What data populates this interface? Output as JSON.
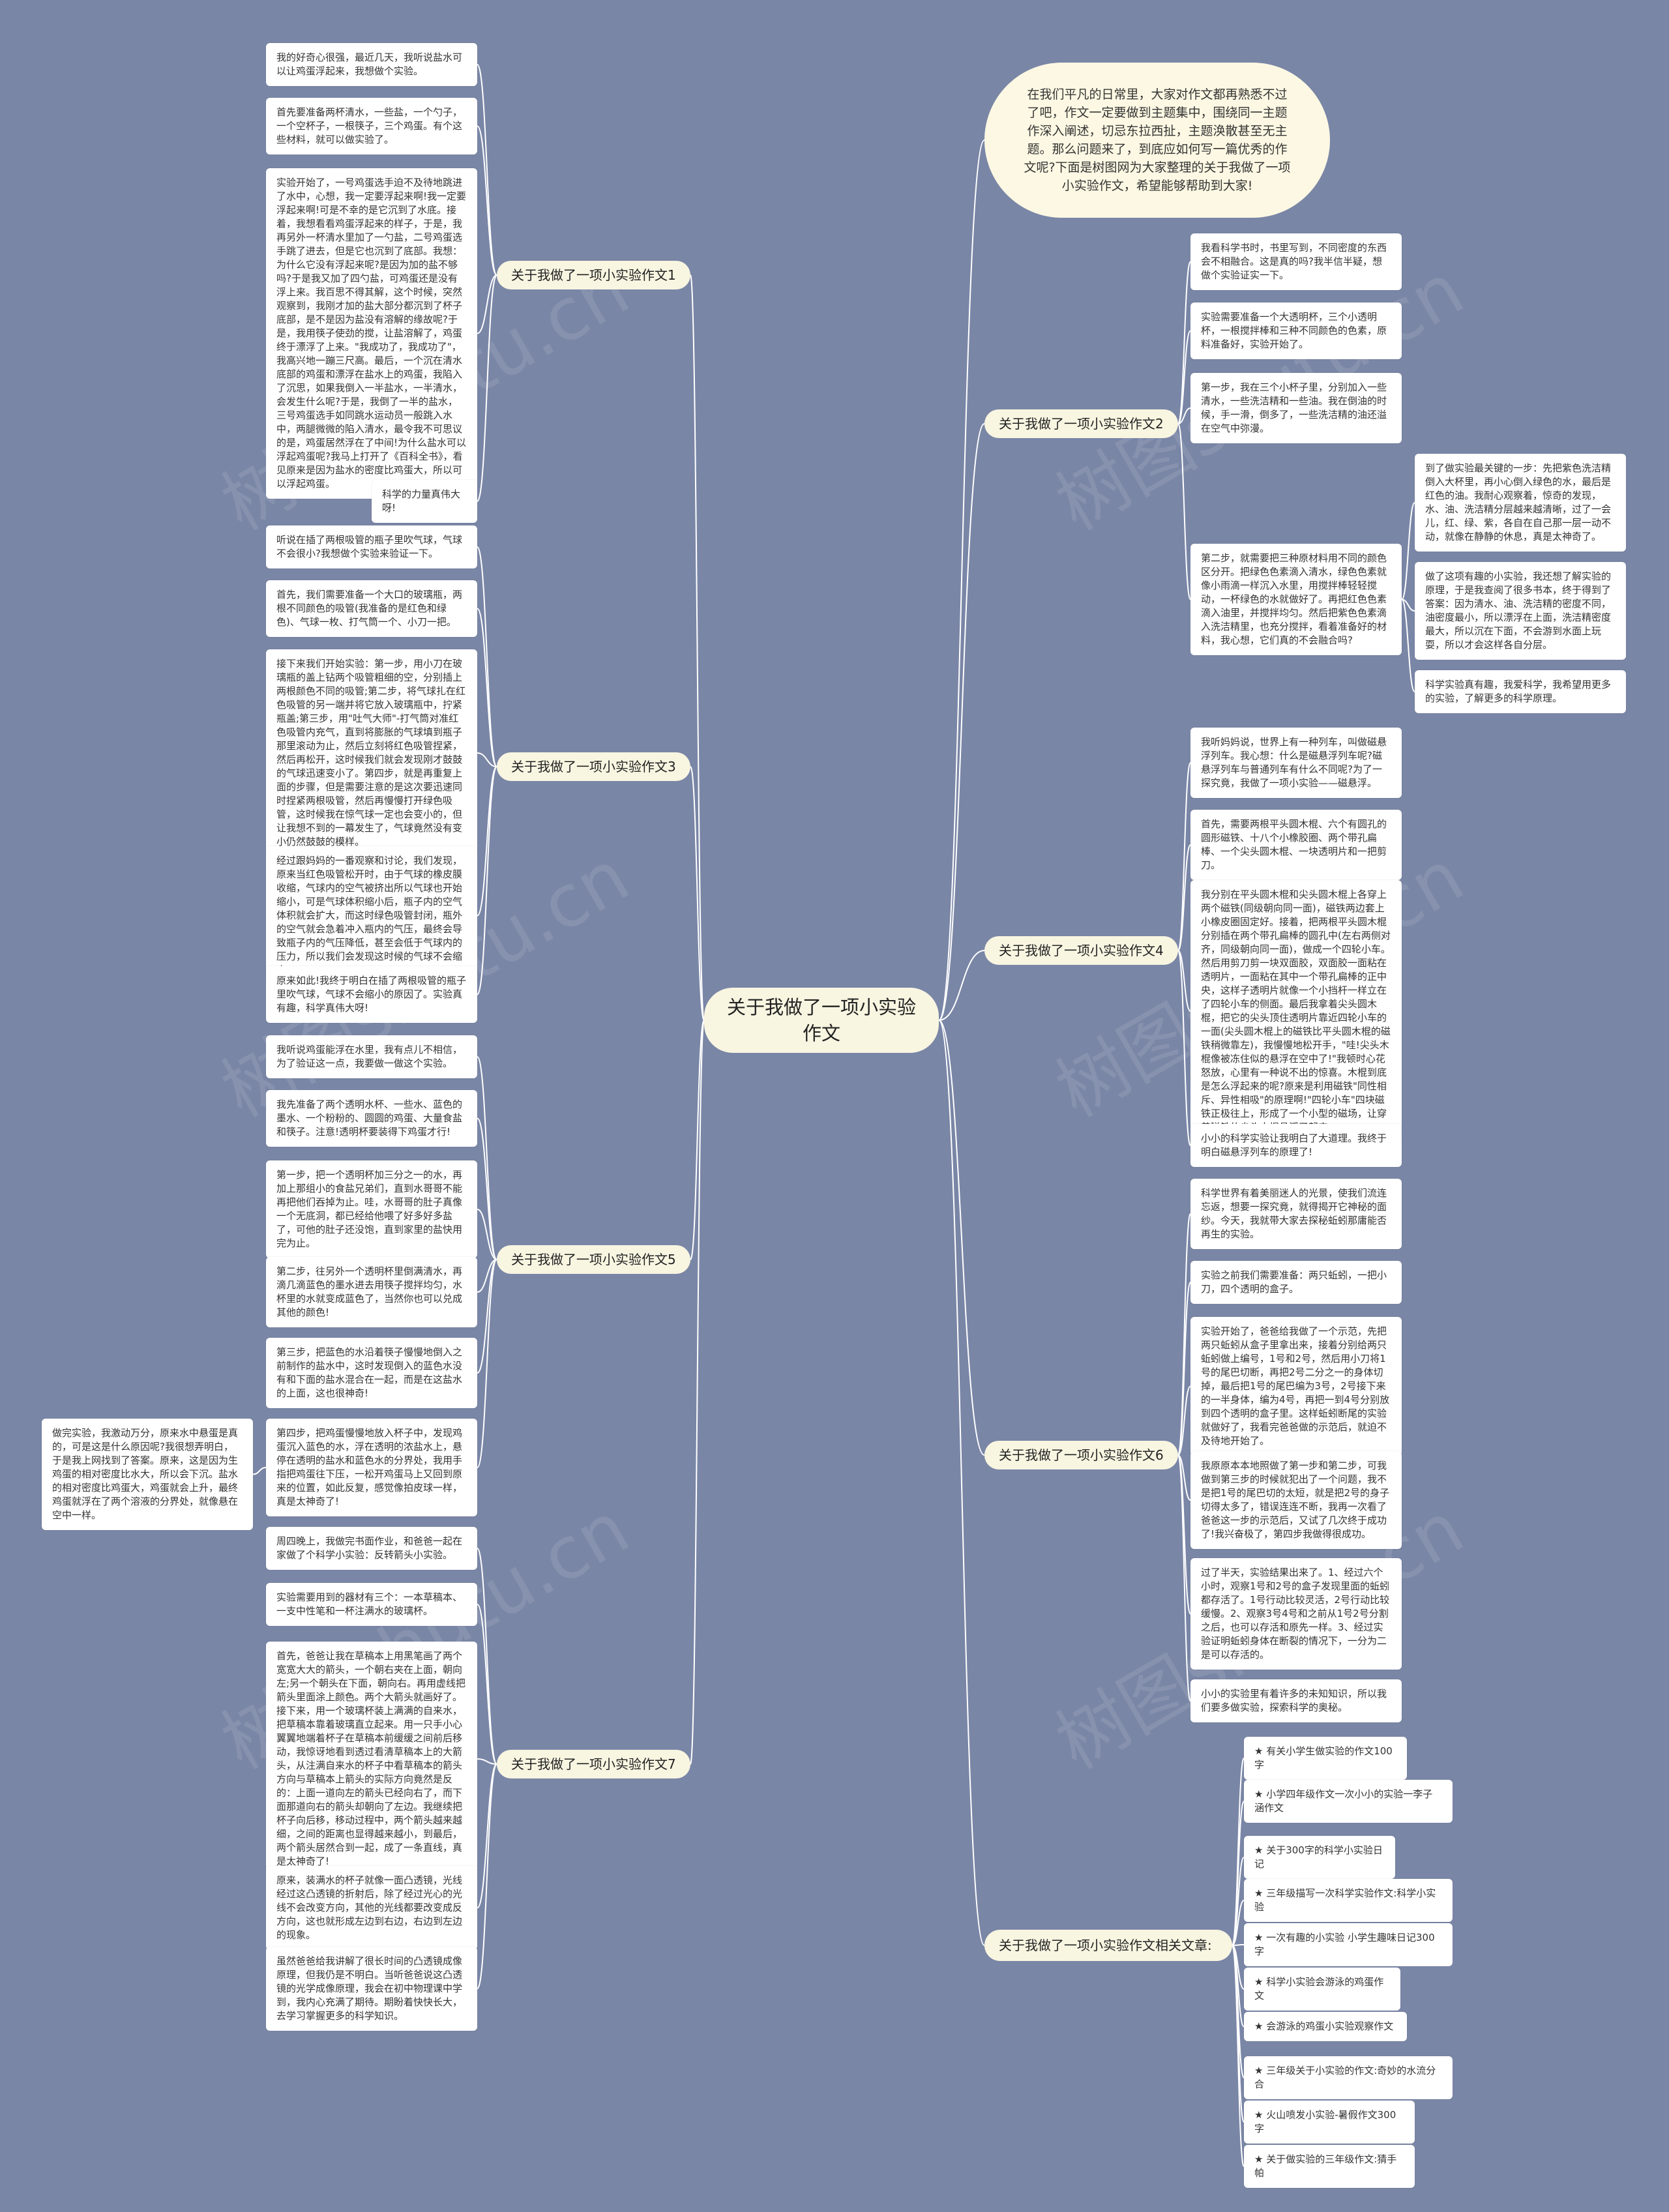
{
  "root": "关于我做了一项小实验作文",
  "intro": "在我们平凡的日常里，大家对作文都再熟悉不过了吧，作文一定要做到主题集中，围绕同一主题作深入阐述，切忌东拉西扯，主题涣散甚至无主题。那么问题来了，到底应如何写一篇优秀的作文呢?下面是树图网为大家整理的关于我做了一项小实验作文，希望能够帮助到大家!",
  "branches": [
    {
      "title": "关于我做了一项小实验作文1",
      "leaves": [
        "我的好奇心很强，最近几天，我听说盐水可以让鸡蛋浮起来，我想做个实验。",
        "首先要准备两杯清水，一些盐，一个勺子，一个空杯子，一根筷子，三个鸡蛋。有个这些材料，就可以做实验了。",
        "实验开始了，一号鸡蛋选手迫不及待地跳进了水中，心想，我一定要浮起来啊!我一定要浮起来啊!可是不幸的是它沉到了水底。接着，我想看看鸡蛋浮起来的样子，于是，我再另外一杯清水里加了一勺盐，二号鸡蛋选手跳了进去，但是它也沉到了底部。我想：为什么它没有浮起来呢?是因为加的盐不够吗?于是我又加了四勺盐，可鸡蛋还是没有浮上来。我百思不得其解，这个时候，突然观察到，我刚才加的盐大部分都沉到了杯子底部，是不是因为盐没有溶解的缘故呢?于是，我用筷子使劲的搅，让盐溶解了，鸡蛋终于漂浮了上来。\"我成功了，我成功了\"，我高兴地一蹦三尺高。最后，一个沉在清水底部的鸡蛋和漂浮在盐水上的鸡蛋，我陷入了沉思，如果我倒入一半盐水，一半清水，会发生什么呢?于是，我倒了一半的盐水，三号鸡蛋选手如同跳水运动员一般跳入水中，两腿微微的陷入清水，最令我不可思议的是，鸡蛋居然浮在了中间!为什么盐水可以浮起鸡蛋呢?我马上打开了《百科全书》，看见原来是因为盐水的密度比鸡蛋大，所以可以浮起鸡蛋。",
        "科学的力量真伟大呀!"
      ]
    },
    {
      "title": "关于我做了一项小实验作文2",
      "leaves": [
        "我看科学书时，书里写到，不同密度的东西会不相融合。这是真的吗?我半信半疑，想做个实验证实一下。",
        "实验需要准备一个大透明杯，三个小透明杯，一根搅拌棒和三种不同颜色的色素，原料准备好，实验开始了。",
        "第一步，我在三个小杯子里，分别加入一些清水，一些洗洁精和一些油。我在倒油的时候，手一滑，倒多了，一些洗洁精的油还溢在空气中弥漫。",
        "第二步，就需要把三种原材料用不同的颜色区分开。把绿色色素滴入清水，绿色色素就像小雨滴一样沉入水里，用搅拌棒轻轻搅动，一杯绿色的水就做好了。再把红色色素滴入油里，并搅拌均匀。然后把紫色色素滴入洗洁精里，也充分搅拌，看着准备好的材料，我心想，它们真的不会融合吗?"
      ],
      "subleaves": [
        "到了做实验最关键的一步：先把紫色洗洁精倒入大杯里，再小心倒入绿色的水，最后是红色的油。我耐心观察着，惊奇的发现，水、油、洗洁精分层越来越清晰，过了一会儿，红、绿、紫，各自在自己那一层一动不动，就像在静静的休息，真是太神奇了。",
        "做了这项有趣的小实验，我还想了解实验的原理，于是我查阅了很多书本，终于得到了答案：因为清水、油、洗洁精的密度不同，油密度最小，所以漂浮在上面，洗洁精密度最大，所以沉在下面，不会游到水面上玩耍，所以才会这样各自分层。",
        "科学实验真有趣，我爱科学，我希望用更多的实验，了解更多的科学原理。"
      ]
    },
    {
      "title": "关于我做了一项小实验作文3",
      "leaves": [
        "听说在插了两根吸管的瓶子里吹气球，气球不会很小?我想做个实验来验证一下。",
        "首先，我们需要准备一个大口的玻璃瓶，两根不同颜色的吸管(我准备的是红色和绿色)、气球一枚、打气筒一个、小刀一把。",
        "接下来我们开始实验：第一步，用小刀在玻璃瓶的盖上钻两个吸管粗细的空，分别插上两根颜色不同的吸管;第二步，将气球扎在红色吸管的另一端并将它放入玻璃瓶中，拧紧瓶盖;第三步，用\"吐气大师\"-打气筒对准红色吸管内充气，直到将膨胀的气球填到瓶子那里滚动为止，然后立刻将红色吸管捏紧，然后再松开，这时候我们就会发现刚才鼓鼓的气球迅速变小了。第四步，就是再重复上面的步骤，但是需要注意的是这次要迅速同时捏紧两根吸管，然后再慢慢打开绿色吸管，这时候我在惊气球一定也会变小的，但让我想不到的一幕发生了，气球竟然没有变小仍然鼓鼓的模样。",
        "经过跟妈妈的一番观察和讨论，我们发现，原来当红色吸管松开时，由于气球的橡皮膜收缩，气球内的空气被挤出所以气球也开始缩小，可是气球体积缩小后，瓶子内的空气体积就会扩大，而这时绿色吸管封闭，瓶外的空气就会急着冲入瓶内的气压，最终会导致瓶子内的气压降低，甚至会低于气球内的压力，所以我们会发现这时候的气球不会缩小。",
        "原来如此!我终于明白在插了两根吸管的瓶子里吹气球，气球不会缩小的原因了。实验真有趣，科学真伟大呀!"
      ]
    },
    {
      "title": "关于我做了一项小实验作文4",
      "leaves": [
        "我听妈妈说，世界上有一种列车，叫做磁悬浮列车。我心想：什么是磁悬浮列车呢?磁悬浮列车与普通列车有什么不同呢?为了一探究竟，我做了一项小实验——磁悬浮。",
        "首先，需要两根平头圆木棍、六个有圆孔的圆形磁铁、十八个小橡胶圈、两个带孔扁棒、一个尖头圆木棍、一块透明片和一把剪刀。",
        "我分别在平头圆木棍和尖头圆木棍上各穿上两个磁铁(同级朝向同一面)，磁铁两边套上小橡皮圈固定好。接着，把两根平头圆木棍分别插在两个带孔扁棒的圆孔中(左右两侧对齐，同级朝向同一面)，做成一个四轮小车。然后用剪刀剪一块双面胶，双面胶一面粘在透明片，一面粘在其中一个带孔扁棒的正中央，这样子透明片就像一个小挡杆一样立在了四轮小车的侧面。最后我拿着尖头圆木棍，把它的尖头顶住透明片靠近四轮小车的一面(尖头圆木棍上的磁铁比平头圆木棍的磁铁稍微靠左)，我慢慢地松开手，\"哇!尖头木棍像被冻住似的悬浮在空中了!\"我顿时心花怒放，心里有一种说不出的惊喜。木棍到底是怎么浮起来的呢?原来是利用磁铁\"同性相斥、异性相吸\"的原理啊!\"四轮小车\"四块磁铁正极往上，形成了一个小型的磁场，让穿着磁铁的尖头木棍悬浮了起来。",
        "小小的科学实验让我明白了大道理。我终于明白磁悬浮列车的原理了!"
      ]
    },
    {
      "title": "关于我做了一项小实验作文5",
      "leaves": [
        "我听说鸡蛋能浮在水里，我有点儿不相信，为了验证这一点，我要做一做这个实验。",
        "我先准备了两个透明水杯、一些水、蓝色的墨水、一个粉粉的、圆圆的鸡蛋、大量食盐和筷子。注意!透明杯要装得下鸡蛋才行!",
        "第一步，把一个透明杯加三分之一的水，再加上那组小的食盐兄弟们，直到水哥哥不能再把他们吞掉为止。哇，水哥哥的肚子真像一个无底洞，都已经给他喂了好多好多盐了，可他的肚子还没饱，直到家里的盐快用完为止。",
        "第二步，往另外一个透明杯里倒满清水，再滴几滴蓝色的墨水进去用筷子搅拌均匀，水杯里的水就变成蓝色了，当然你也可以兑成其他的颜色!",
        "第三步，把蓝色的水沿着筷子慢慢地倒入之前制作的盐水中，这时发现倒入的蓝色水没有和下面的盐水混合在一起，而是在这盐水的上面，这也很神奇!",
        "第四步，把鸡蛋慢慢地放入杯子中，发现鸡蛋沉入蓝色的水，浮在透明的浓盐水上，悬停在透明的盐水和蓝色水的分界处，我用手指把鸡蛋往下压，一松开鸡蛋马上又回到原来的位置，如此反复，感觉像拍皮球一样，真是太神奇了!"
      ],
      "subleaves": [
        "做完实验，我激动万分，原来水中悬蛋是真的，可是这是什么原因呢?我很想弄明白，于是我上网找到了答案。原来，这是因为生鸡蛋的相对密度比水大，所以会下沉。盐水的相对密度比鸡蛋大，鸡蛋就会上升，最终鸡蛋就浮在了两个溶液的分界处，就像悬在空中一样。"
      ]
    },
    {
      "title": "关于我做了一项小实验作文6",
      "leaves": [
        "科学世界有着美丽迷人的光景，使我们流连忘返，想要一探究竟，就得揭开它神秘的面纱。今天，我就带大家去探秘蚯蚓那庸能否再生的实验。",
        "实验之前我们需要准备：两只蚯蚓，一把小刀，四个透明的盒子。",
        "实验开始了，爸爸给我做了一个示范，先把两只蚯蚓从盒子里拿出来，接着分别给两只蚯蚓做上编号，1号和2号，然后用小刀将1号的尾巴切断，再把2号二分之一的身体切掉，最后把1号的尾巴编为3号，2号接下来的一半身体，编为4号，再把一到4号分别放到四个透明的盒子里。这样蚯蚓断尾的实验就做好了，我看完爸爸做的示范后，就迫不及待地开始了。",
        "我原原本本地照做了第一步和第二步，可我做到第三步的时候就犯出了一个问题，我不是把1号的尾巴切的太短，就是把2号的身子切得太多了，错误连连不断，我再一次看了爸爸这一步的示范后，又试了几次终于成功了!我兴奋极了，第四步我做得很成功。",
        "过了半天，实验结果出来了。1、经过六个小时，观察1号和2号的盒子发现里面的蚯蚓都存活了。1号行动比较灵活，2号行动比较缓慢。2、观察3号4号和之前从1号2号分割之后，也可以存活和原先一样。3、经过实验证明蚯蚓身体在断裂的情况下，一分为二是可以存活的。",
        "小小的实验里有着许多的未知知识，所以我们要多做实验，探索科学的奥秘。"
      ]
    },
    {
      "title": "关于我做了一项小实验作文7",
      "leaves": [
        "周四晚上，我做完书面作业，和爸爸一起在家做了个科学小实验：反转箭头小实验。",
        "实验需要用到的器材有三个：一本草稿本、一支中性笔和一杯注满水的玻璃杯。",
        "首先，爸爸让我在草稿本上用黑笔画了两个宽宽大大的箭头，一个朝右夹在上面，朝向左;另一个朝头在下面，朝向右。再用虚线把箭头里面涂上颜色。两个大箭头就画好了。接下来，用一个玻璃杯装上满满的自来水，把草稿本靠着玻璃直立起来。用一只手小心翼翼地端着杯子在草稿本前缓缓之间前后移动，我惊讶地看到透过看清草稿本上的大箭头，从注满自来水的杯子中看草稿本的箭头方向与草稿本上箭头的实际方向竟然是反的：上面一道向左的箭头已经向右了，而下面那道向右的箭头却朝向了左边。我继续把杯子向后移，移动过程中，两个箭头越来越细，之间的距离也显得越来越小，到最后，两个箭头居然合到一起，成了一条直线，真是太神奇了!",
        "原来，装满水的杯子就像一面凸透镜，光线经过这凸透镜的折射后，除了经过光心的光线不会改变方向，其他的光线都要改变成反方向，这也就形成左边到右边，右边到左边的现象。",
        "虽然爸爸给我讲解了很长时间的凸透镜成像原理，但我仍是不明白。当听爸爸说这凸透镜的光学成像原理，我会在初中物理课中学到，我内心充满了期待。期盼着快快长大，去学习掌握更多的科学知识。"
      ]
    },
    {
      "title": "关于我做了一项小实验作文相关文章:",
      "links": [
        "★ 有关小学生做实验的作文100字",
        "★ 小学四年级作文一次小小的实验一李子涵作文",
        "★ 关于300字的科学小实验日记",
        "★ 三年级描写一次科学实验作文:科学小实验",
        "★ 一次有趣的小实验 小学生趣味日记300字",
        "★ 科学小实验会游泳的鸡蛋作文",
        "★ 会游泳的鸡蛋小实验观察作文",
        "★ 三年级关于小实验的作文:奇妙的水流分合",
        "★ 火山喷发小实验-暑假作文300字",
        "★ 关于做实验的三年级作文:猜手帕"
      ]
    }
  ],
  "colors": {
    "background": "#7a86a6",
    "branch": "#f8f5e1",
    "leaf": "#ffffff",
    "line": "#ffffff"
  },
  "watermark": "树图shutu.cn"
}
